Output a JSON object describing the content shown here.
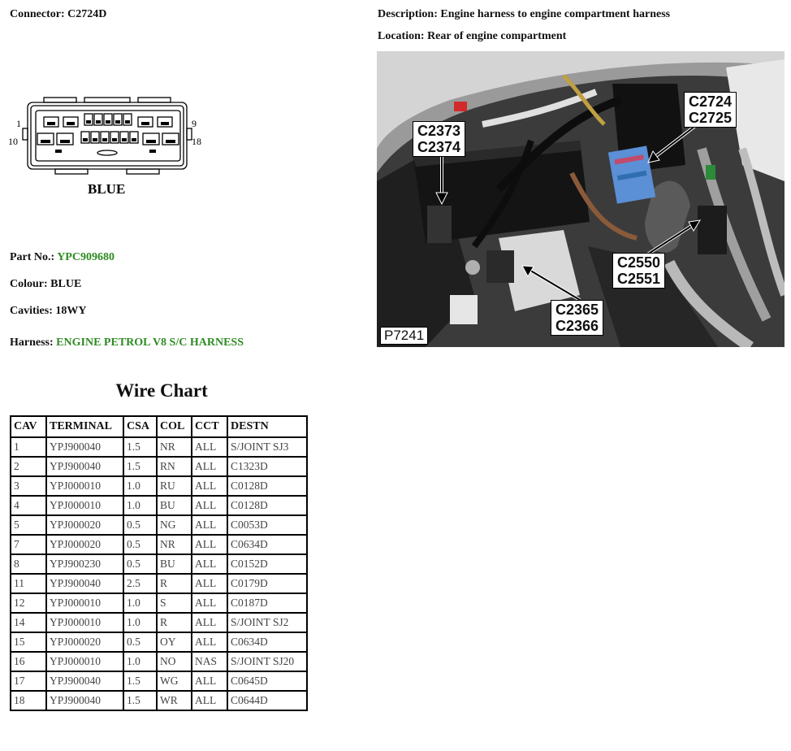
{
  "connector": {
    "label": "Connector:",
    "value": "C2724D"
  },
  "description": {
    "label": "Description:",
    "value": "Engine harness to engine compartment harness"
  },
  "location": {
    "label": "Location:",
    "value": "Rear of engine compartment"
  },
  "diagram": {
    "pin_labels": {
      "top_left": "1",
      "top_right": "9",
      "bottom_left": "10",
      "bottom_right": "18"
    },
    "caption": "BLUE"
  },
  "part": {
    "label": "Part No.:",
    "value": "YPC909680"
  },
  "colour": {
    "label": "Colour:",
    "value": "BLUE"
  },
  "cavities": {
    "label": "Cavities:",
    "value": "18WY"
  },
  "harness": {
    "label": "Harness:",
    "value": "ENGINE PETROL V8 S/C HARNESS"
  },
  "photo": {
    "id": "P7241",
    "callouts": {
      "a": [
        "C2373",
        "C2374"
      ],
      "b": [
        "C2724",
        "C2725"
      ],
      "c": [
        "C2550",
        "C2551"
      ],
      "d": [
        "C2365",
        "C2366"
      ]
    }
  },
  "wire_chart": {
    "title": "Wire Chart",
    "headers": [
      "CAV",
      "TERMINAL",
      "CSA",
      "COL",
      "CCT",
      "DESTN"
    ],
    "rows": [
      [
        "1",
        "YPJ900040",
        "1.5",
        "NR",
        "ALL",
        "S/JOINT SJ3"
      ],
      [
        "2",
        "YPJ900040",
        "1.5",
        "RN",
        "ALL",
        "C1323D"
      ],
      [
        "3",
        "YPJ000010",
        "1.0",
        "RU",
        "ALL",
        "C0128D"
      ],
      [
        "4",
        "YPJ000010",
        "1.0",
        "BU",
        "ALL",
        "C0128D"
      ],
      [
        "5",
        "YPJ000020",
        "0.5",
        "NG",
        "ALL",
        "C0053D"
      ],
      [
        "7",
        "YPJ000020",
        "0.5",
        "NR",
        "ALL",
        "C0634D"
      ],
      [
        "8",
        "YPJ900230",
        "0.5",
        "BU",
        "ALL",
        "C0152D"
      ],
      [
        "11",
        "YPJ900040",
        "2.5",
        "R",
        "ALL",
        "C0179D"
      ],
      [
        "12",
        "YPJ000010",
        "1.0",
        "S",
        "ALL",
        "C0187D"
      ],
      [
        "14",
        "YPJ000010",
        "1.0",
        "R",
        "ALL",
        "S/JOINT SJ2"
      ],
      [
        "15",
        "YPJ000020",
        "0.5",
        "OY",
        "ALL",
        "C0634D"
      ],
      [
        "16",
        "YPJ000010",
        "1.0",
        "NO",
        "NAS",
        "S/JOINT SJ20"
      ],
      [
        "17",
        "YPJ900040",
        "1.5",
        "WG",
        "ALL",
        "C0645D"
      ],
      [
        "18",
        "YPJ900040",
        "1.5",
        "WR",
        "ALL",
        "C0644D"
      ]
    ]
  },
  "colors": {
    "accent_green": "#2e8b22"
  }
}
